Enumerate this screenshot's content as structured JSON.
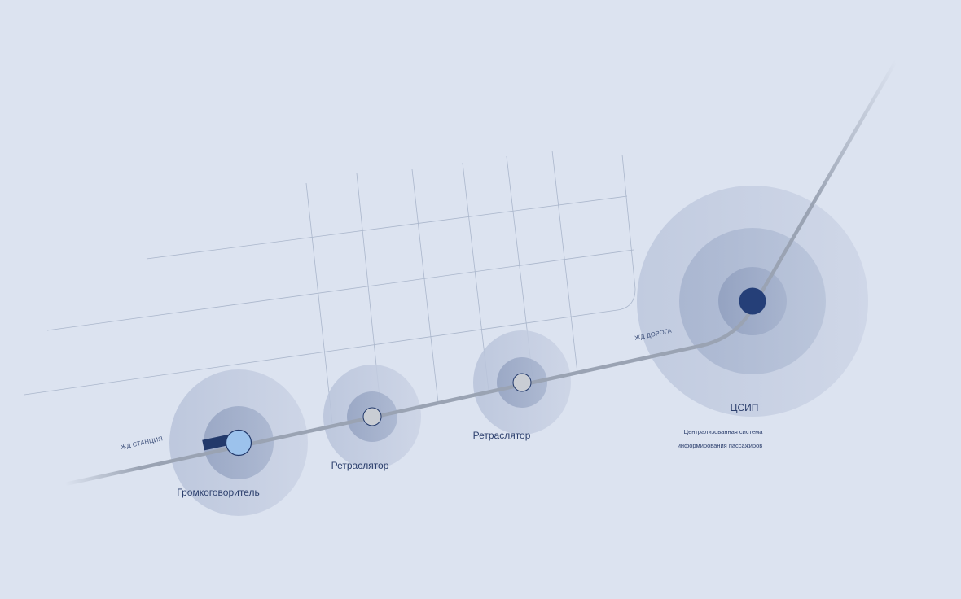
{
  "labels": {
    "station_road": "ЖД СТАНЦИЯ",
    "rail_road": "ЖД ДОРОГА",
    "speaker": "Громкоговоритель",
    "repeater_1": "Ретраслятор",
    "repeater_2": "Ретраслятор",
    "center_short": "ЦСИП",
    "center_desc_line1": "Централизованная система",
    "center_desc_line2": "информирования пассажиров"
  },
  "colors": {
    "background": "#dce3f0",
    "grid_line": "#a9b6cc",
    "rail": "#9aa3b3",
    "center_node": "#253f78",
    "speaker_node": "#9cc2ec",
    "speaker_bar": "#22396b",
    "repeater_node": "#c9cdd4",
    "halo": "#8d9dbf"
  },
  "icons": {
    "speaker": "loudspeaker-icon",
    "repeater": "repeater-node-icon",
    "center": "server-node-icon"
  }
}
